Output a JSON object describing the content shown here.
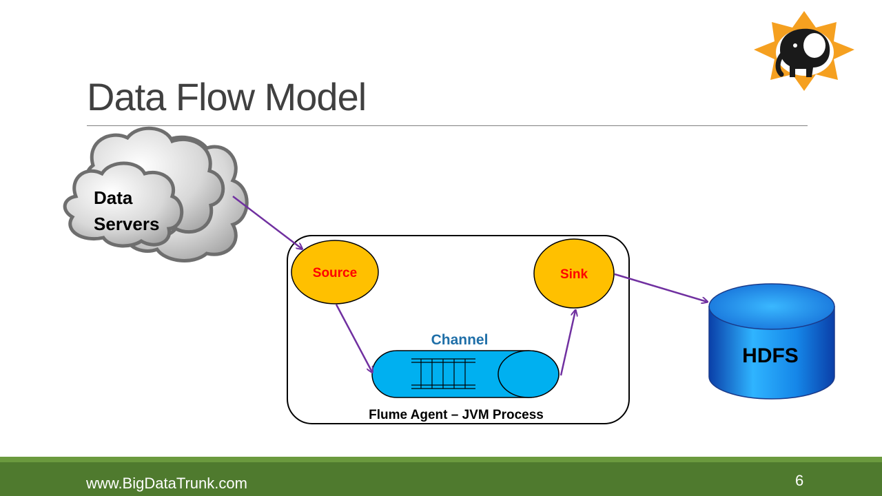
{
  "slide": {
    "title": "Data Flow Model",
    "footer_url": "www.BigDataTrunk.com",
    "page_number": "6"
  },
  "diagram": {
    "cloud_label_line1": "Data",
    "cloud_label_line2": "Servers",
    "source_label": "Source",
    "sink_label": "Sink",
    "channel_label": "Channel",
    "agent_label": "Flume Agent – JVM Process",
    "hdfs_label": "HDFS"
  },
  "colors": {
    "node_fill": "#ffc000",
    "node_text": "#ff0000",
    "channel_fill": "#00b0f0",
    "channel_label": "#1f6fa8",
    "arrow": "#7030a0",
    "footer_green": "#4f7a2e",
    "hdfs_blue": "#0070c0"
  },
  "icons": {
    "logo": "elephant-logo-icon"
  }
}
